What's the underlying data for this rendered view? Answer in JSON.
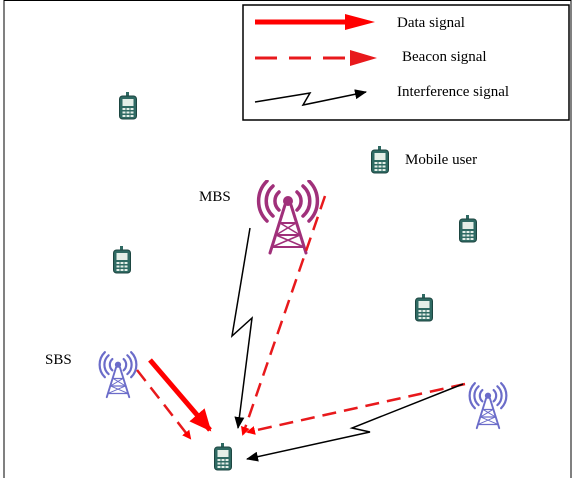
{
  "legend": {
    "data_signal": "Data signal",
    "beacon_signal": "Beacon signal",
    "interference_signal": "Interference signal"
  },
  "labels": {
    "mbs": "MBS",
    "sbs": "SBS",
    "mobile_user": "Mobile user"
  },
  "colors": {
    "data_signal": "#ff0000",
    "beacon_signal": "#e8191c",
    "interference_signal": "#000000",
    "mbs_tower": "#a0307a",
    "sbs_tower": "#6b6cc9",
    "phone_body": "#2f6a63"
  },
  "icons": [
    "mobile-phone-icon",
    "macro-base-station-icon",
    "small-base-station-icon"
  ]
}
